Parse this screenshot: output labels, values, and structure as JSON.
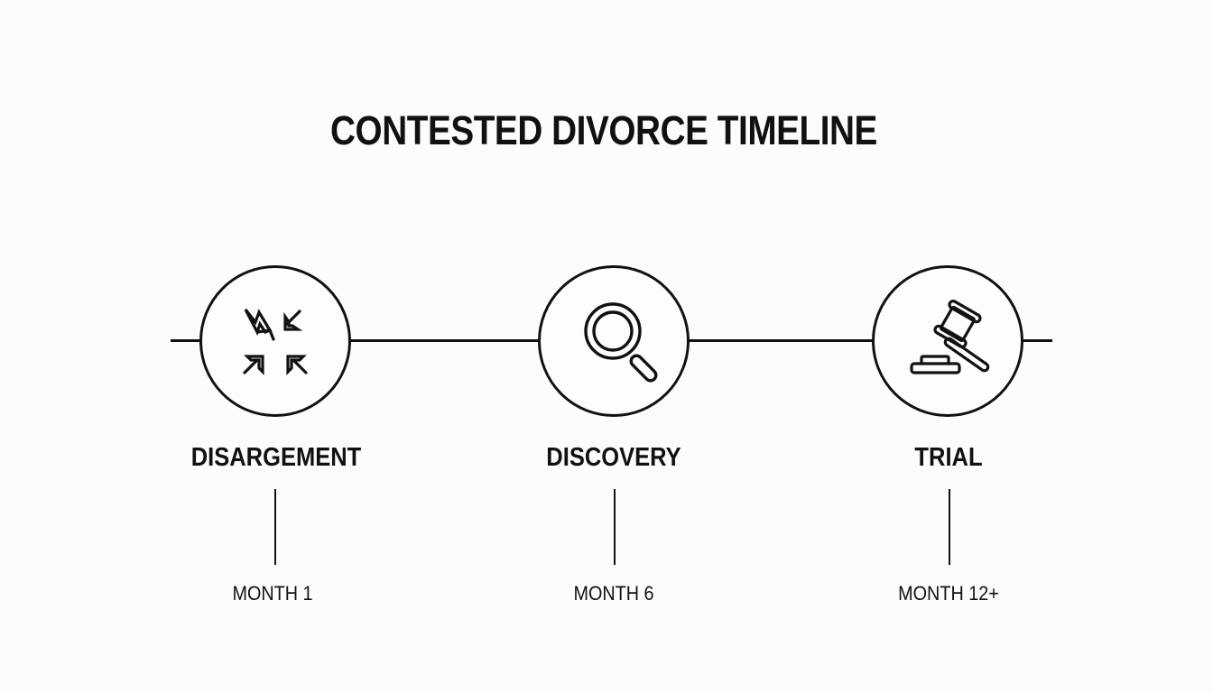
{
  "title": "CONTESTED DIVORCE TIMELINE",
  "colors": {
    "background": "#fcfcfc",
    "ink": "#111111"
  },
  "stages": [
    {
      "label": "DISARGEMENT",
      "time": "MONTH 1",
      "icon": "conflict-arrows-icon"
    },
    {
      "label": "DISCOVERY",
      "time": "MONTH 6",
      "icon": "magnifying-glass-icon"
    },
    {
      "label": "TRIAL",
      "time": "MONTH 12+",
      "icon": "gavel-icon"
    }
  ]
}
